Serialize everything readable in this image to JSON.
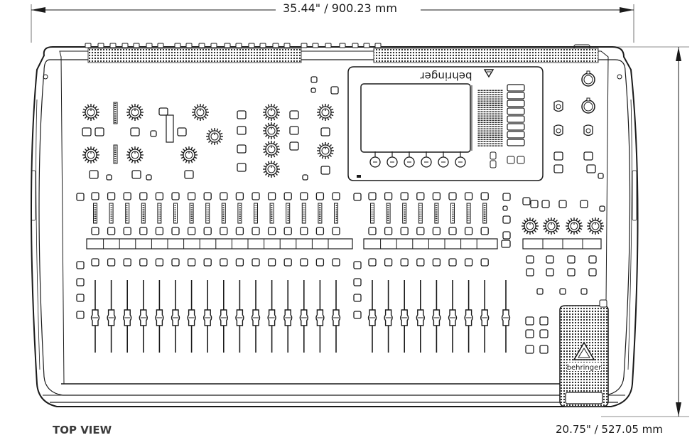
{
  "dimensions": {
    "width": "35.44\" / 900.23 mm",
    "height": "20.75\" / 527.05 mm"
  },
  "view_label": "TOP VIEW",
  "brand": "behringer",
  "console": {
    "channel_strip_count_left": 16,
    "channel_strip_count_right": 8,
    "screen_encoder_count": 6,
    "screen_side_button_count": 8
  },
  "colors": {
    "line": "#1a1a1a",
    "background": "#ffffff",
    "panel": "#ffffff"
  }
}
